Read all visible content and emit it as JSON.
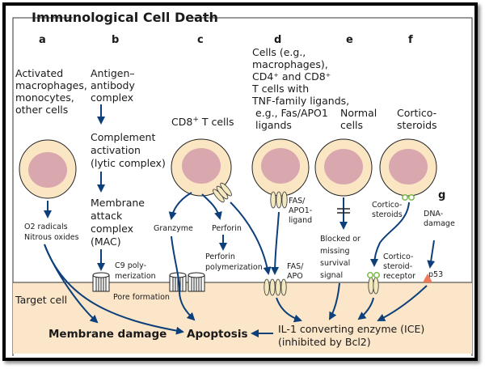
{
  "title": "Immunological Cell Death",
  "columns": [
    {
      "letter": "a",
      "source": [
        "Activated",
        "macrophages,",
        "monocytes,",
        "other cells"
      ],
      "products": [
        "O2 radicals",
        "Nitrous oxides"
      ]
    },
    {
      "letter": "b",
      "source": [
        "Antigen–",
        "antibody",
        "complex"
      ],
      "step2": [
        "Complement",
        "activation",
        "(lytic complex)"
      ],
      "step3": [
        "Membrane",
        "attack",
        "complex",
        "(MAC)"
      ],
      "c9": [
        "C9 poly-",
        "merization"
      ],
      "pore": "Pore formation"
    },
    {
      "letter": "c",
      "source_main": "CD8",
      "source_sup": "+",
      "source_tail": " T cells",
      "granzyme": "Granzyme",
      "perforin": "Perforin",
      "perforin_poly": [
        "Perforin",
        "polymerization"
      ]
    },
    {
      "letter": "d",
      "source": [
        "Cells (e.g.,",
        "macrophages),",
        "CD4⁺ and CD8⁺",
        "T cells with",
        "TNF-family ligands,",
        "e.g., Fas/APO1",
        "ligands"
      ],
      "ligand": [
        "FAS/",
        "APO1-",
        "ligand"
      ],
      "receptor": [
        "FAS/",
        "APO"
      ]
    },
    {
      "letter": "e",
      "source": [
        "Normal",
        "cells"
      ],
      "signal": [
        "Blocked or",
        "missing",
        "survival",
        "signal"
      ]
    },
    {
      "letter": "f",
      "source": [
        "Cortico-",
        "steroids"
      ],
      "hormone": [
        "Cortico-",
        "steroids"
      ],
      "receptor": [
        "Cortico-",
        "steroid-",
        "receptor"
      ]
    },
    {
      "letter": "g",
      "source": [
        "DNA-",
        "damage"
      ],
      "protein": "p53"
    }
  ],
  "target": {
    "label": "Target cell",
    "membrane_damage": "Membrane damage",
    "apoptosis": "Apoptosis",
    "ice": [
      "IL-1 converting enzyme (ICE)",
      "(inhibited by  Bcl2)"
    ]
  },
  "colors": {
    "arrow": "#0d3f7a",
    "cell_outer": "#fbe6c4",
    "nucleus": "#d9a7ae",
    "target_bg": "#fbe6c9",
    "p53": "#ef7a5a",
    "steroid": "#7ab84a"
  }
}
